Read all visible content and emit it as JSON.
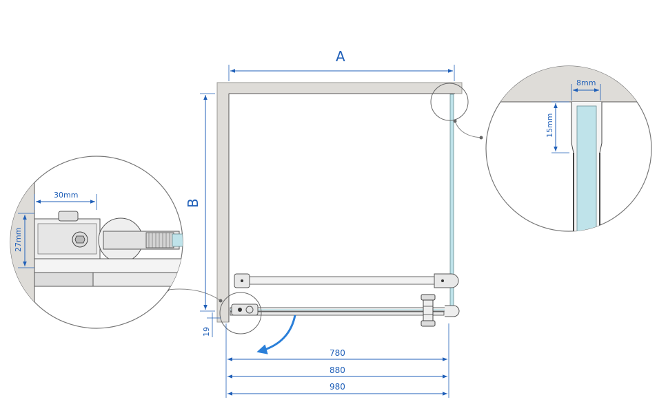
{
  "labels": {
    "dim_a": "A",
    "dim_b": "B",
    "dim_19": "19",
    "dim_780": "780",
    "dim_880": "880",
    "dim_980": "980"
  },
  "detail_left": {
    "width_label": "30mm",
    "height_label": "27mm"
  },
  "detail_right": {
    "width_label": "8mm",
    "height_label": "15mm"
  },
  "colors": {
    "dimension": "#1f5fb8",
    "wall": "#dedcd8",
    "wall_edge": "#9a9894",
    "glass": "#bfe3ea",
    "metal": "#c8c8c8",
    "arrow": "#2a7fd9"
  }
}
